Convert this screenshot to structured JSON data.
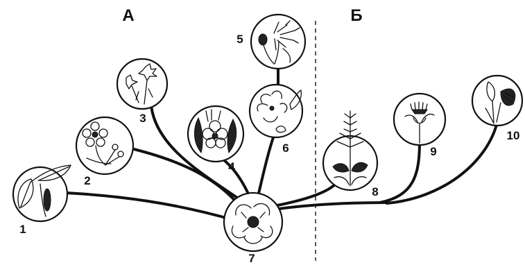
{
  "diagram": {
    "groups": [
      {
        "id": "A",
        "label": "А"
      },
      {
        "id": "B",
        "label": "Б"
      }
    ],
    "nodes": [
      {
        "id": 1,
        "label": "1",
        "icon": "leafy-shoot-icon"
      },
      {
        "id": 2,
        "label": "2",
        "icon": "buttercup-flower-icon"
      },
      {
        "id": 3,
        "label": "3",
        "icon": "carnation-flower-icon"
      },
      {
        "id": 4,
        "label": "4",
        "icon": "flower-with-leaves-icon"
      },
      {
        "id": 5,
        "label": "5",
        "icon": "cornflower-icon"
      },
      {
        "id": 6,
        "label": "6",
        "icon": "violet-flower-icon"
      },
      {
        "id": 7,
        "label": "7",
        "icon": "magnolia-flower-icon"
      },
      {
        "id": 8,
        "label": "8",
        "icon": "plantain-plant-icon"
      },
      {
        "id": 9,
        "label": "9",
        "icon": "lily-flower-icon"
      },
      {
        "id": 10,
        "label": "10",
        "icon": "arum-plant-icon"
      }
    ],
    "edges": [
      {
        "from": 7,
        "to": 1
      },
      {
        "from": 7,
        "to": 2
      },
      {
        "from": 7,
        "to": 3
      },
      {
        "from": 7,
        "to": 4
      },
      {
        "from": 7,
        "to": 6
      },
      {
        "from": 6,
        "to": 5
      },
      {
        "from": 7,
        "to": 8
      },
      {
        "from": 7,
        "to": 9
      },
      {
        "from": 7,
        "to": 10
      }
    ]
  }
}
